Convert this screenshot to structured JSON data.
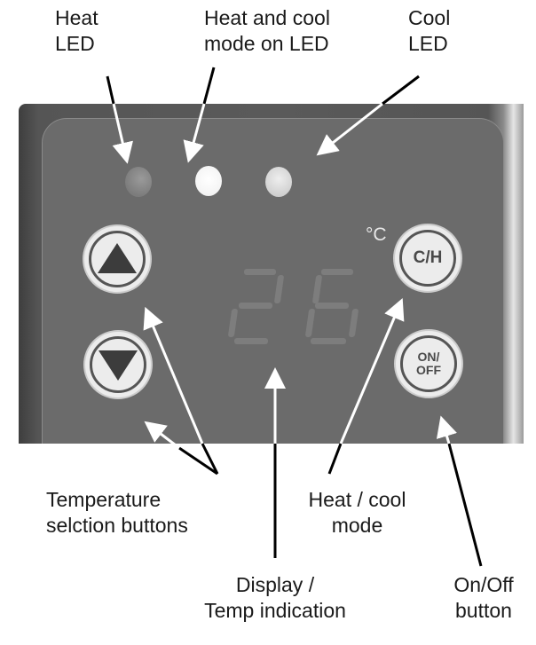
{
  "labels": {
    "heat_led": [
      "Heat",
      "LED"
    ],
    "heat_cool_led": [
      "Heat and cool",
      "mode on LED"
    ],
    "cool_led": [
      "Cool",
      "LED"
    ],
    "temp_buttons": [
      "Temperature",
      "selction buttons"
    ],
    "heat_cool_mode": [
      "Heat / cool",
      "mode"
    ],
    "display": [
      "Display /",
      "Temp indication"
    ],
    "onoff": [
      "On/Off",
      "button"
    ]
  },
  "panel": {
    "display_value": "26",
    "unit": "°C",
    "buttons": {
      "up": "up-arrow",
      "down": "down-arrow",
      "mode": "C/H",
      "power": [
        "ON/",
        "OFF"
      ]
    },
    "leds": [
      {
        "name": "heat",
        "state": "dim"
      },
      {
        "name": "heat-cool",
        "state": "on"
      },
      {
        "name": "cool",
        "state": "dim"
      }
    ]
  },
  "colors": {
    "panel": "#5a5a5a",
    "inner": "#6b6b6b",
    "button": "#ececec",
    "segment": "#7d7d7d"
  }
}
